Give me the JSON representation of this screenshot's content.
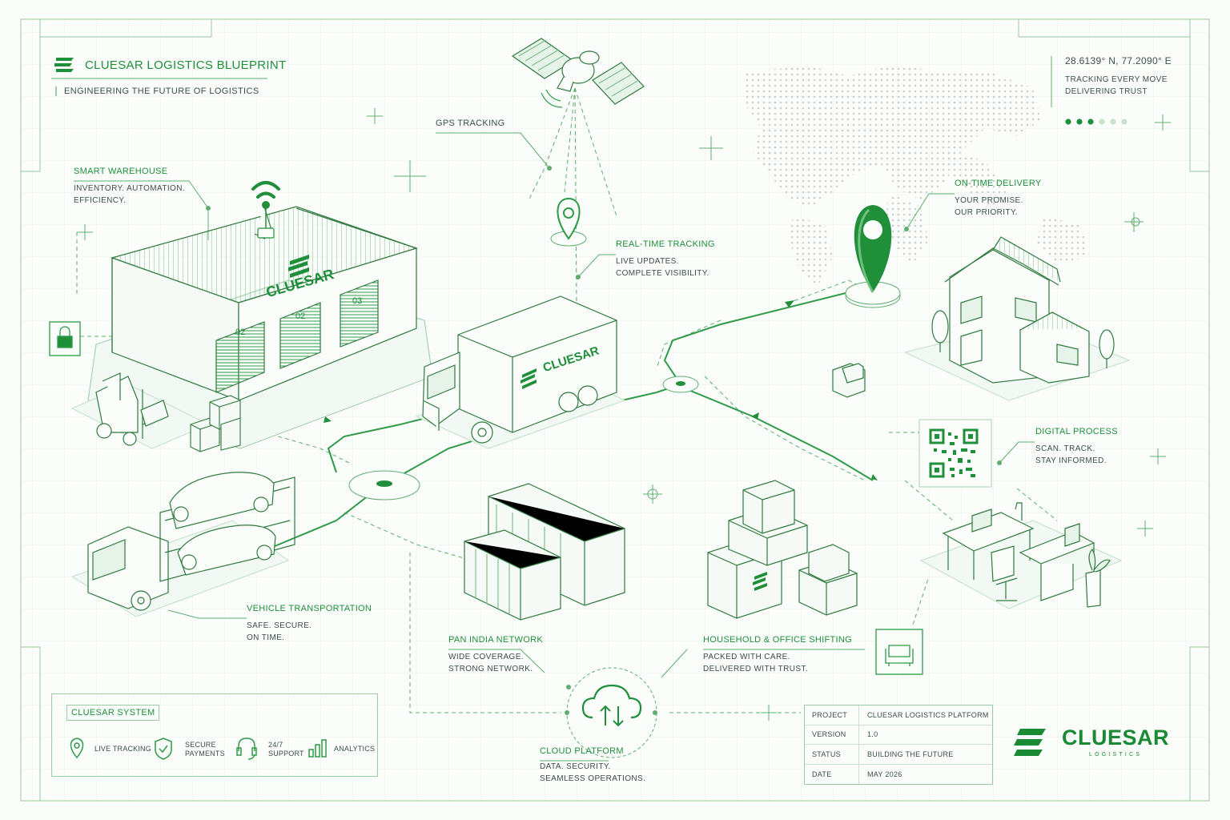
{
  "header": {
    "title": "CLUESAR LOGISTICS BLUEPRINT",
    "subtitle": "ENGINEERING THE FUTURE OF LOGISTICS"
  },
  "coordinates": {
    "value": "28.6139° N, 77.2090° E",
    "tagline_1": "TRACKING EVERY MOVE",
    "tagline_2": "DELIVERING TRUST",
    "dots_total": 6,
    "dots_active": 3
  },
  "nodes": {
    "gps": {
      "head": "GPS TRACKING"
    },
    "warehouse": {
      "head": "SMART WAREHOUSE",
      "line1": "INVENTORY. AUTOMATION.",
      "line2": "EFFICIENCY."
    },
    "realtime": {
      "head": "REAL-TIME TRACKING",
      "line1": "LIVE UPDATES.",
      "line2": "COMPLETE VISIBILITY."
    },
    "ontime": {
      "head": "ON-TIME DELIVERY",
      "line1": "YOUR PROMISE.",
      "line2": "OUR PRIORITY."
    },
    "digital": {
      "head": "DIGITAL PROCESS",
      "line1": "SCAN. TRACK.",
      "line2": "STAY INFORMED."
    },
    "vehicle": {
      "head": "VEHICLE TRANSPORTATION",
      "line1": "SAFE. SECURE.",
      "line2": "ON TIME."
    },
    "panindia": {
      "head": "PAN INDIA NETWORK",
      "line1": "WIDE COVERAGE.",
      "line2": "STRONG NETWORK."
    },
    "household": {
      "head": "HOUSEHOLD & OFFICE SHIFTING",
      "line1": "PACKED WITH CARE.",
      "line2": "DELIVERED WITH TRUST."
    },
    "cloud": {
      "head": "CLOUD PLATFORM",
      "line1": "DATA. SECURITY.",
      "line2": "SEAMLESS OPERATIONS."
    }
  },
  "brand_marks": {
    "warehouse_logo": "CLUESAR",
    "truck_logo": "CLUESAR",
    "door_labels": [
      "02",
      "02",
      "03"
    ]
  },
  "system": {
    "title": "CLUESAR SYSTEM",
    "features": [
      {
        "label": "LIVE TRACKING",
        "icon": "map-pin-icon"
      },
      {
        "label": "SECURE\nPAYMENTS",
        "icon": "shield-check-icon"
      },
      {
        "label": "24/7\nSUPPORT",
        "icon": "headset-icon"
      },
      {
        "label": "ANALYTICS",
        "icon": "bar-chart-icon"
      }
    ]
  },
  "project_table": {
    "rows": [
      {
        "key": "PROJECT",
        "value": "CLUESAR LOGISTICS PLATFORM"
      },
      {
        "key": "VERSION",
        "value": "1.0"
      },
      {
        "key": "STATUS",
        "value": "BUILDING THE FUTURE"
      },
      {
        "key": "DATE",
        "value": "MAY 2026"
      }
    ]
  },
  "logo": {
    "word": "CLUESAR",
    "sub": "LOGISTICS"
  },
  "colors": {
    "accent": "#1f8f3a",
    "line": "#5fae6f",
    "faint": "#c9e2cf",
    "text": "#3c4f44",
    "background": "#fbfdfb"
  }
}
